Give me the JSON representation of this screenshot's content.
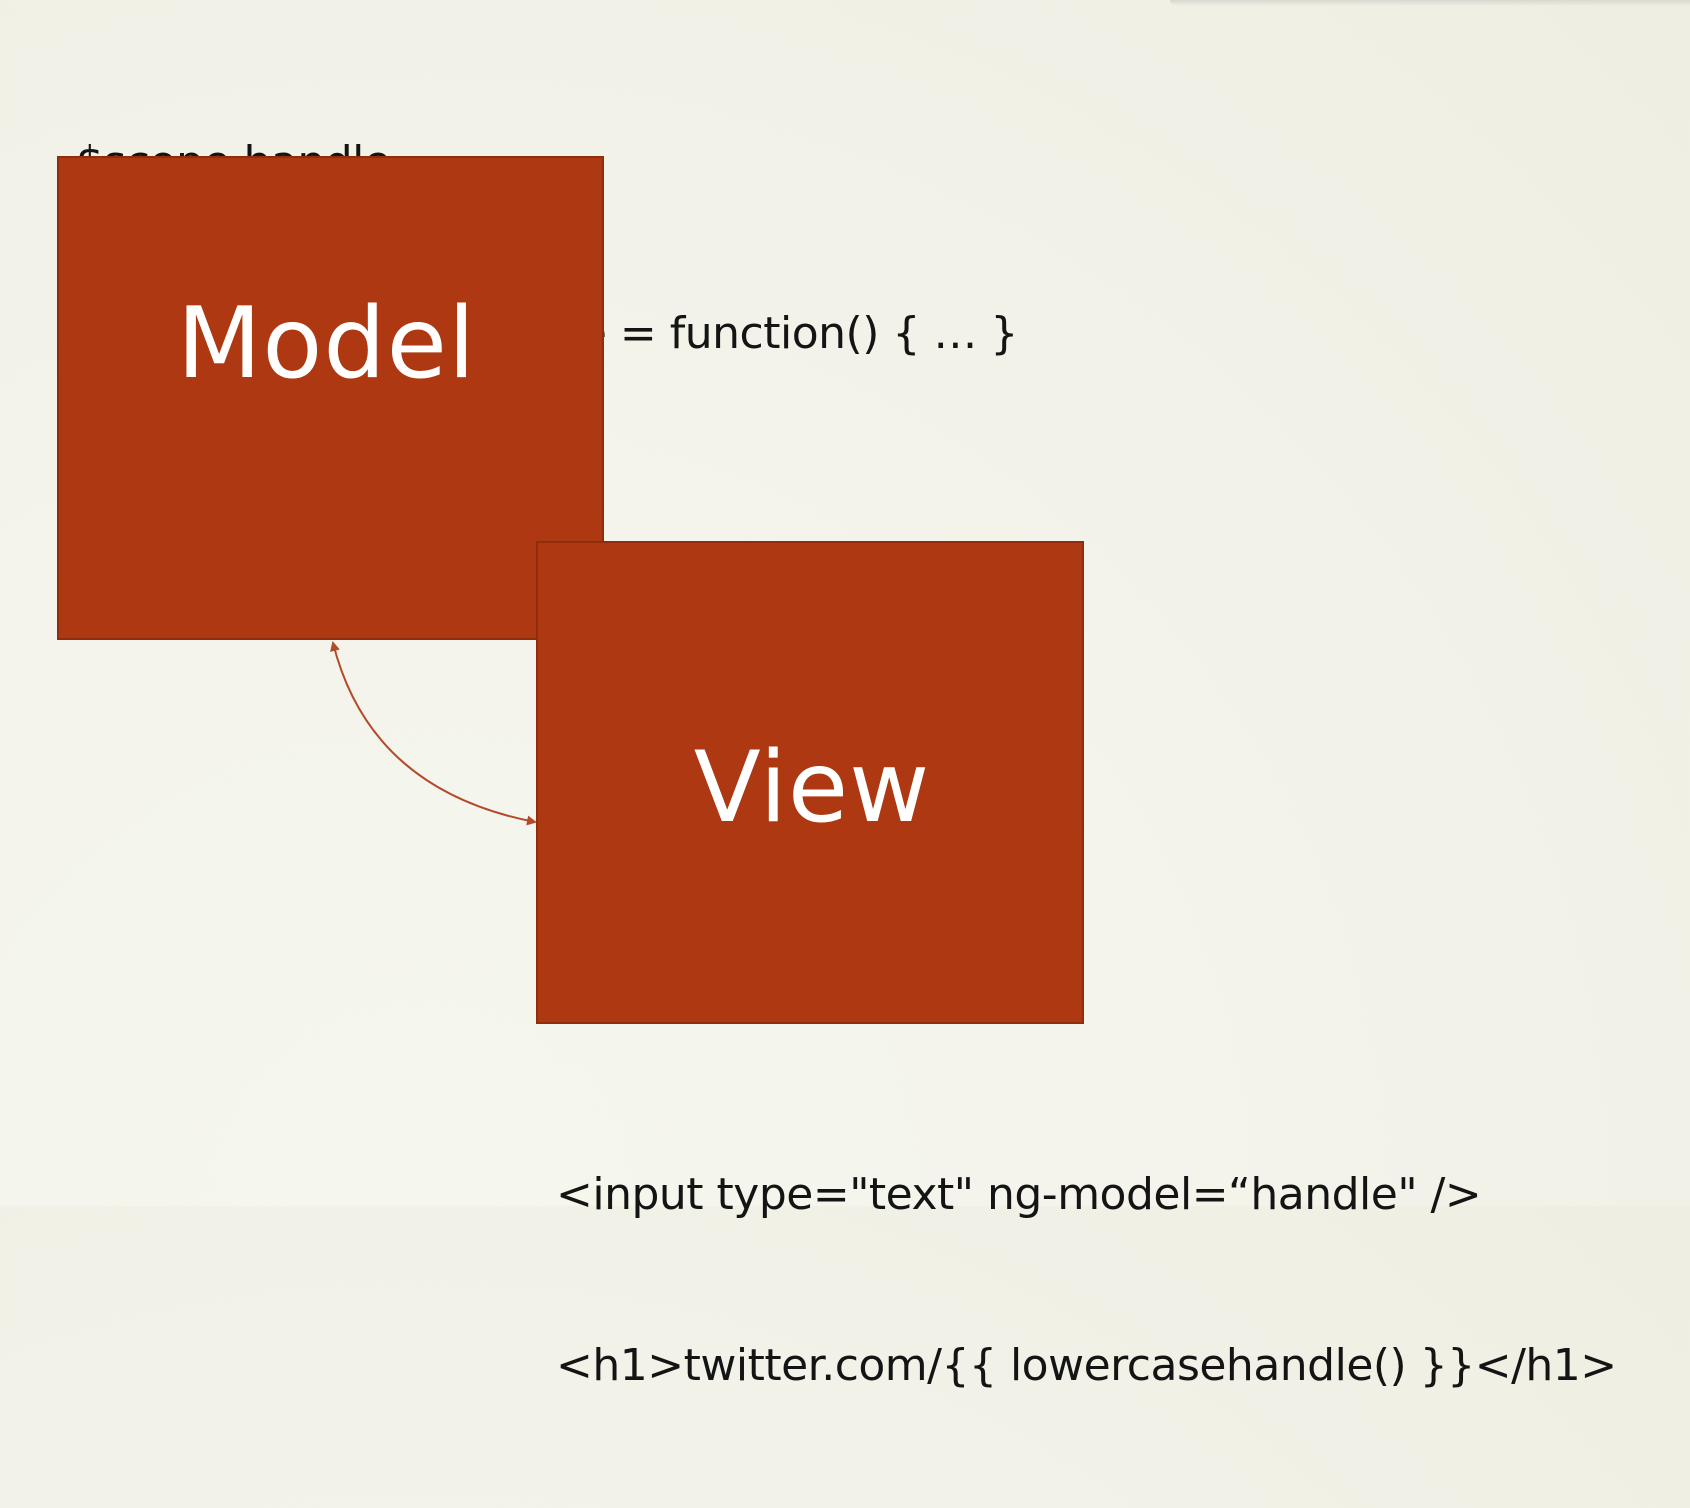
{
  "slide": {
    "code_top": {
      "line1": "$scope.handle",
      "line2": "$scope.lowercasehandle = function() { … }"
    },
    "model_box": {
      "label": "Model"
    },
    "view_box": {
      "label": "View"
    },
    "code_bottom": {
      "line1": "<input type=\"text\" ng-model=“handle\" />",
      "line2": "<h1>twitter.com/{{ lowercasehandle() }}</h1>"
    },
    "connector": {
      "style": "double-headed-curved-arrow",
      "color": "#b34a2a"
    },
    "colors": {
      "box_fill": "#ad3811",
      "box_text": "#ffffff",
      "code_text": "#141414"
    }
  }
}
